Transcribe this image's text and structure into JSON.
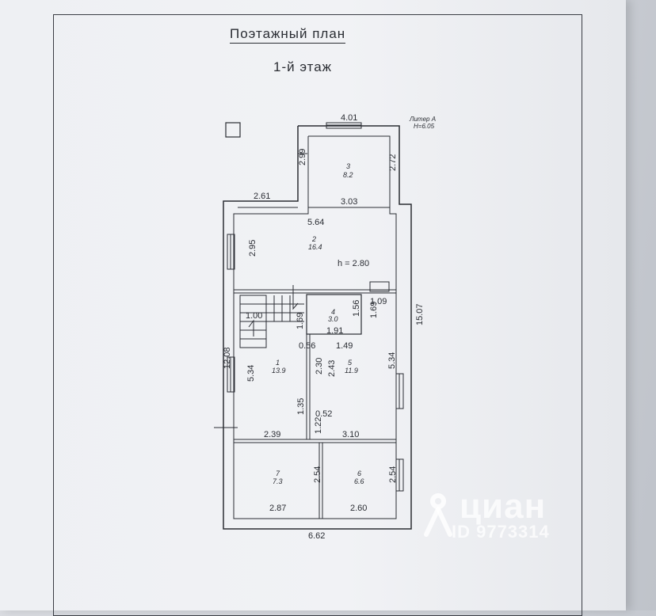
{
  "header": {
    "title": "Поэтажный план",
    "floor": "1-й этаж"
  },
  "liter": {
    "label": "Литер А",
    "height": "H=6.05"
  },
  "ceiling_height": "h = 2.80",
  "rooms": [
    {
      "num": "1",
      "area": "13.9"
    },
    {
      "num": "2",
      "area": "16.4"
    },
    {
      "num": "3",
      "area": "8.2"
    },
    {
      "num": "4",
      "area": "3.0"
    },
    {
      "num": "5",
      "area": "11.9"
    },
    {
      "num": "6",
      "area": "6.6"
    },
    {
      "num": "7",
      "area": "7.3"
    }
  ],
  "dimensions": {
    "top": "4.01",
    "d299": "2.99",
    "d272": "2.72",
    "d261": "2.61",
    "d303": "3.03",
    "d564": "5.64",
    "d295": "2.95",
    "d109": "1.09",
    "d1507": "15.07",
    "d100": "1.00",
    "d169a": "1.69",
    "d156": "1.56",
    "d169b": "1.69",
    "d191": "1.91",
    "d056": "0.56",
    "d149": "1.49",
    "d1208": "12.08",
    "d534a": "5.34",
    "d230": "2.30",
    "d243": "2.43",
    "d534b": "5.34",
    "d135": "1.35",
    "d052": "0.52",
    "d122": "1.22",
    "d239": "2.39",
    "d310": "3.10",
    "d254a": "2.54",
    "d254b": "2.54",
    "d287": "2.87",
    "d260": "2.60",
    "d662": "6.62"
  },
  "watermark": {
    "brand": "циан",
    "id": "ID 9773314"
  }
}
